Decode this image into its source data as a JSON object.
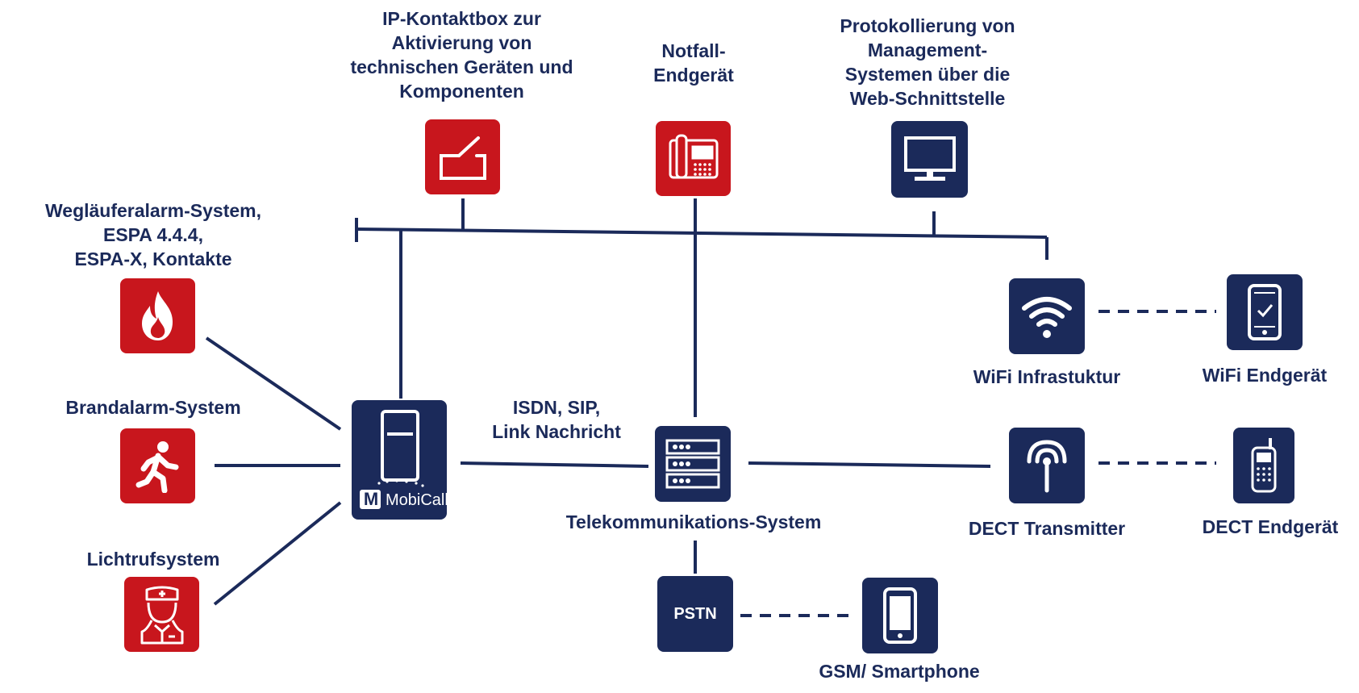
{
  "colors": {
    "red": "#c8161d",
    "navy": "#1b2a5a",
    "white": "#ffffff"
  },
  "labels": {
    "ip_box": [
      "IP-Kontaktbox zur",
      "Aktivierung von",
      "technischen Geräten und",
      "Komponenten"
    ],
    "notfall": [
      "Notfall-",
      "Endgerät"
    ],
    "protokoll": [
      "Protokollierung von",
      "Management-",
      "Systemen über die",
      "Web-Schnittstelle"
    ],
    "weglaeufer": [
      "Wegläuferalarm-System,",
      "ESPA 4.4.4,",
      "ESPA-X, Kontakte"
    ],
    "brandalarm": "Brandalarm-System",
    "lichtruf": "Lichtrufsystem",
    "isdn": [
      "ISDN, SIP,",
      "Link Nachricht"
    ],
    "telekom": "Telekommunikations-System",
    "wifi_infra": "WiFi Infrastuktur",
    "wifi_end": "WiFi Endgerät",
    "dect_trans": "DECT Transmitter",
    "dect_end": "DECT Endgerät",
    "pstn": "PSTN",
    "gsm": "GSM/ Smartphone",
    "mobicall": "MobiCall",
    "mobicall_m": "M"
  },
  "icons": {
    "ip_box": "switch-contact-icon",
    "notfall": "desk-phone-icon",
    "protokoll": "monitor-icon",
    "weglaeufer": "flame-icon",
    "brandalarm": "running-person-icon",
    "lichtruf": "nurse-icon",
    "mobicall": "server-tower-icon",
    "telekom": "rack-server-icon",
    "wifi_infra": "wifi-icon",
    "wifi_end": "smartphone-check-icon",
    "dect_trans": "antenna-icon",
    "dect_end": "cordless-phone-icon",
    "gsm": "smartphone-icon"
  }
}
